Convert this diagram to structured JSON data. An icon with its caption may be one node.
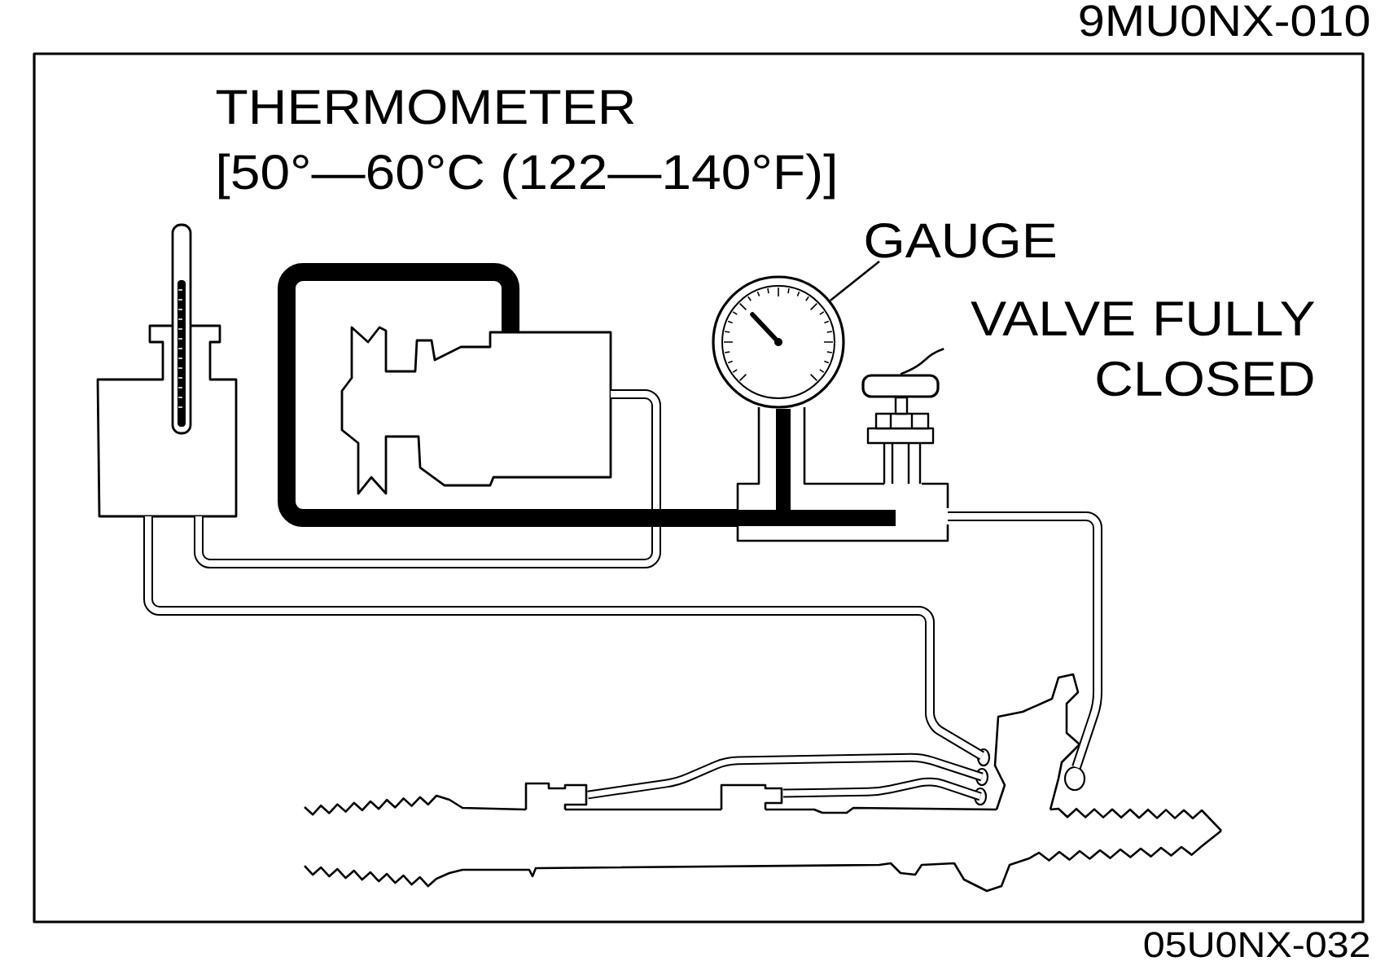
{
  "diagram": {
    "nodes": [
      {
        "text": [
          "GAUGE"
        ]
      },
      {
        "text": [],
        "shape": "picture"
      },
      {
        "text": [
          "VALVE FULLY CLOSED"
        ]
      },
      {
        "text": [],
        "shape": "picture"
      },
      {
        "text": [],
        "shape": "picture"
      },
      {
        "text": [],
        "shape": "picture"
      },
      {
        "text": [],
        "shape": "picture"
      },
      {
        "text": [],
        "shape": "picture"
      },
      {
        "text": [],
        "shape": "picture"
      }
    ],
    "edges": [
      {
        "from": 0,
        "to": 1,
        "arrow": "none"
      },
      {
        "from": 2,
        "to": 3,
        "arrow": "none"
      },
      {
        "from": 5,
        "to": 4,
        "arrow": "none"
      },
      {
        "from": 4,
        "to": 7,
        "arrow": "none"
      },
      {
        "from": 6,
        "to": 7,
        "arrow": "none"
      },
      {
        "from": 5,
        "to": 6,
        "arrow": "none",
        "style": "thick"
      },
      {
        "from": 7,
        "to": 8,
        "arrow": "none"
      },
      {
        "from": 7,
        "to": 8,
        "arrow": "none"
      }
    ],
    "labels": [
      "9MU0NX-010",
      "THERMOMETER",
      "[50°—60°C (122—140°F)]",
      "05U0NX-032"
    ]
  }
}
